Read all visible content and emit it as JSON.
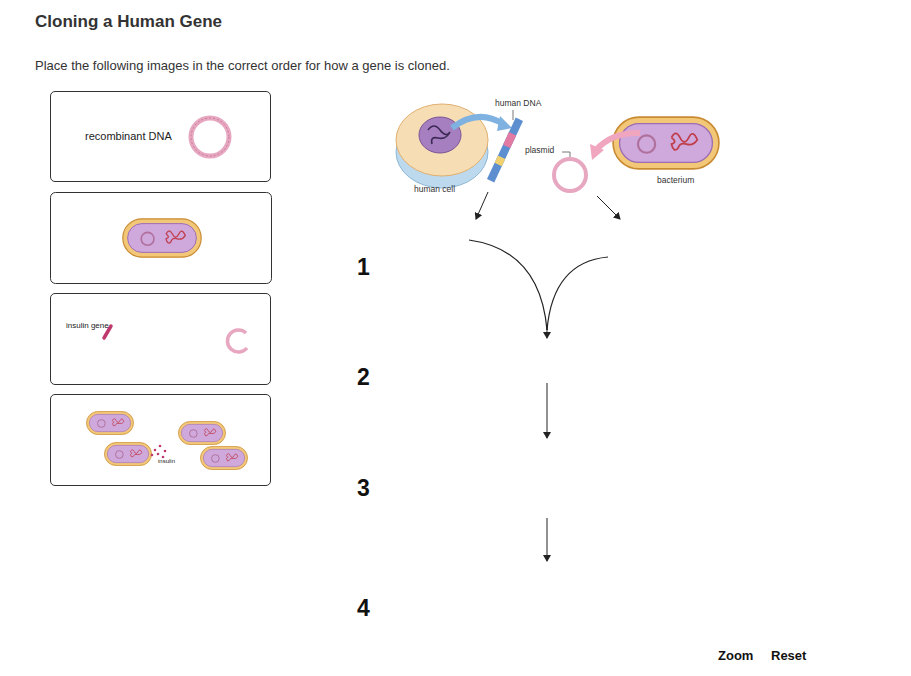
{
  "diagram": {
    "title": "Cloning a Human Gene",
    "nodes": [
      {
        "text": [
          "recombinant DNA"
        ]
      },
      {
        "text": [
          "insulin gene"
        ]
      },
      {
        "text": [
          "insulin"
        ]
      }
    ],
    "labels": [
      "Place the following images in the correct order for how a gene is cloned.",
      "human DNA",
      "plasmid",
      "human cell",
      "bacterium",
      "1",
      "2",
      "3",
      "4",
      "Zoom",
      "Reset"
    ]
  }
}
